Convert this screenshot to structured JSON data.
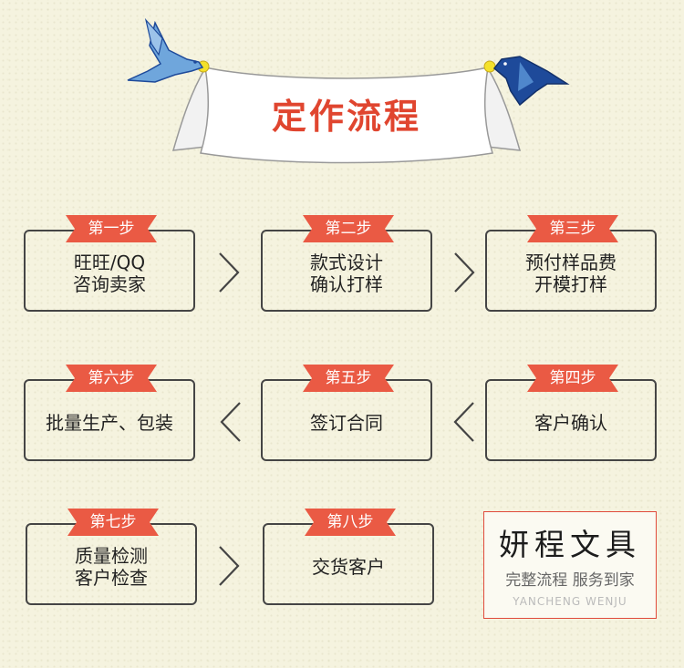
{
  "banner": {
    "title": "定作流程"
  },
  "steps": [
    {
      "label": "第一步",
      "text": "旺旺/QQ\n咨询卖家"
    },
    {
      "label": "第二步",
      "text": "款式设计\n确认打样"
    },
    {
      "label": "第三步",
      "text": "预付样品费\n开模打样"
    },
    {
      "label": "第四步",
      "text": "客户确认"
    },
    {
      "label": "第五步",
      "text": "签订合同"
    },
    {
      "label": "第六步",
      "text": "批量生产、包装"
    },
    {
      "label": "第七步",
      "text": "质量检测\n客户检查"
    },
    {
      "label": "第八步",
      "text": "交货客户"
    }
  ],
  "brand": {
    "name": "妍程文具",
    "slogan": "完整流程 服务到家",
    "english": "YANCHENG WENJU"
  },
  "colors": {
    "accent": "#e0452f",
    "ribbon": "#ea5a44",
    "box_border": "#454545",
    "bird_light": "#6fa6dc",
    "bird_dark": "#1e4a9a"
  }
}
